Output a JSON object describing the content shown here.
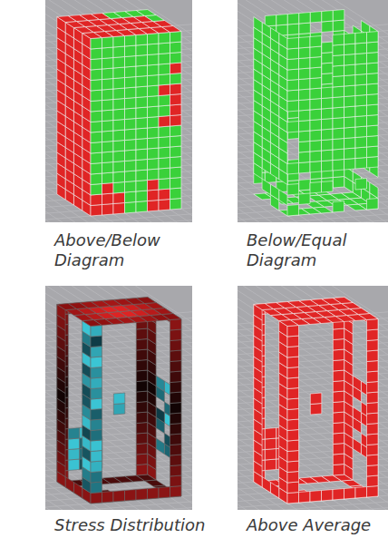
{
  "diagram": {
    "labels": [
      "Above/Below Diagram",
      "Below/Equal Diagram",
      "Stress Distribution",
      "Above Average"
    ]
  }
}
